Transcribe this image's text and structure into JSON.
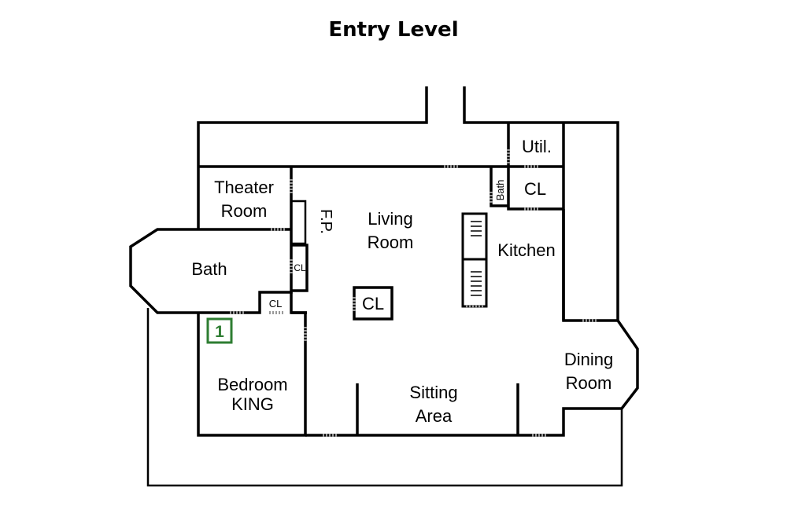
{
  "title": "Entry Level",
  "badge": "1",
  "colors": {
    "wall": "#000000",
    "badge": "#2e7d32",
    "door": "#9a9a9a",
    "background": "#ffffff"
  },
  "rooms": {
    "util": "Util.",
    "cl_upper": "CL",
    "bath_small": "Bath",
    "theater_1": "Theater",
    "theater_2": "Room",
    "fp": "F.P.",
    "living_1": "Living",
    "living_2": "Room",
    "kitchen": "Kitchen",
    "bath": "Bath",
    "cl_small_1": "CL",
    "cl_small_2": "CL",
    "cl_center": "CL",
    "bedroom_1": "Bedroom",
    "bedroom_2": "KING",
    "sitting_1": "Sitting",
    "sitting_2": "Area",
    "dining_1": "Dining",
    "dining_2": "Room"
  }
}
